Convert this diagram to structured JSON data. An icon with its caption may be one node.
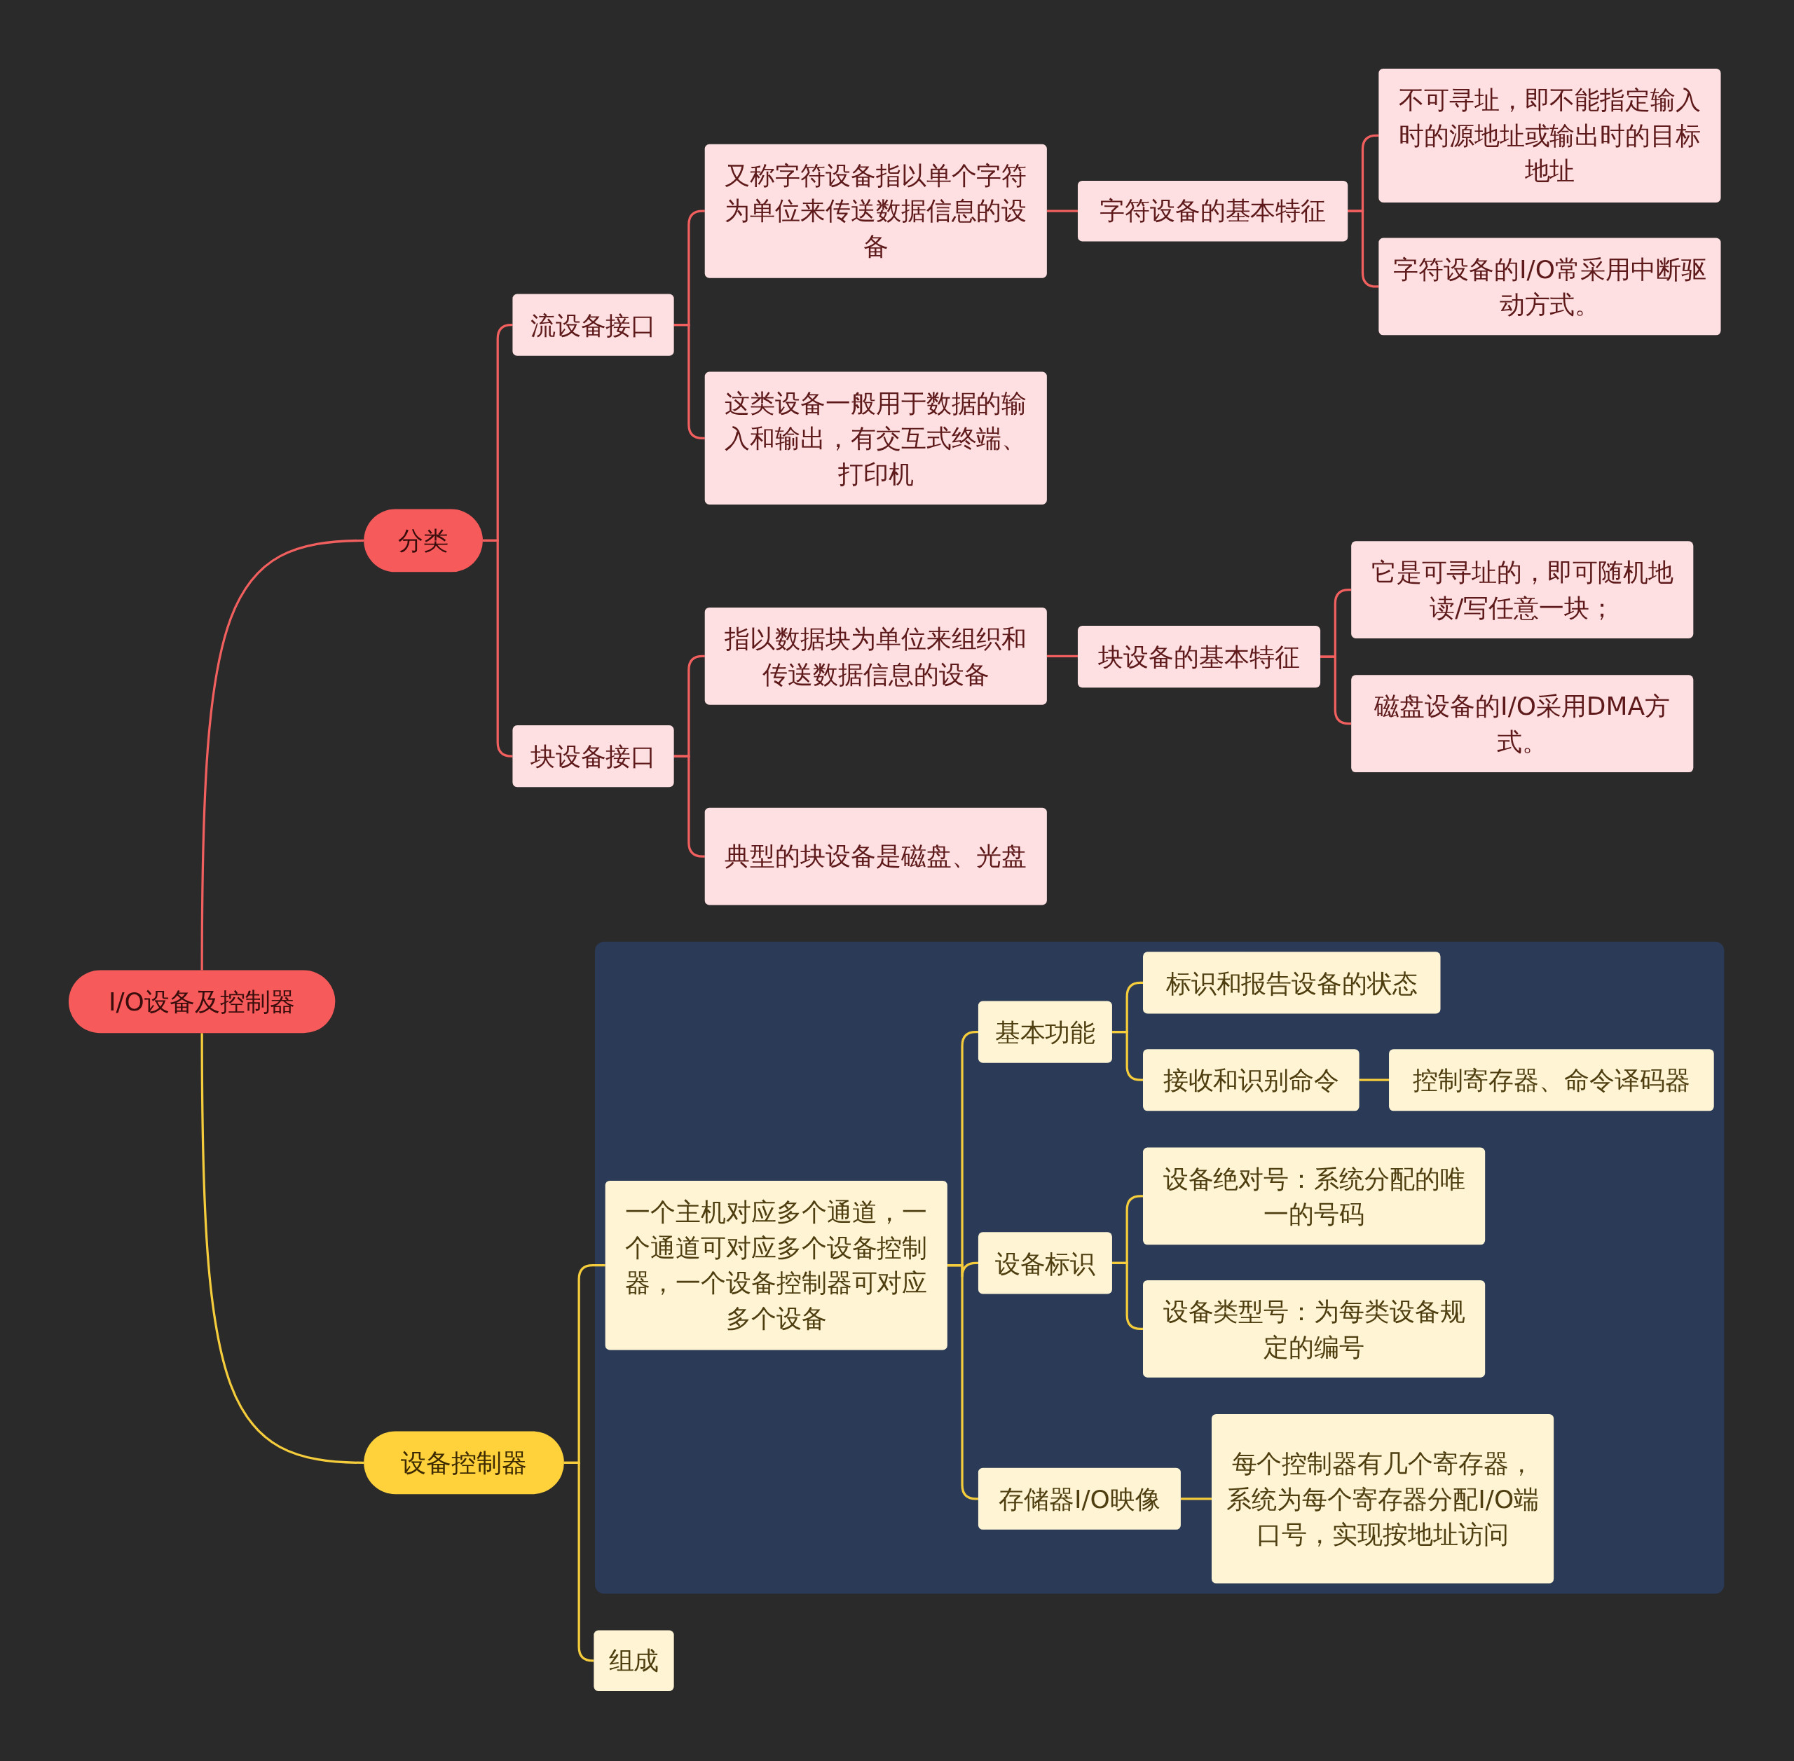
{
  "diagram": {
    "nodes": [
      {
        "text": [
          "I/O设备及控制器"
        ]
      },
      {
        "text": [
          "分类"
        ]
      },
      {
        "text": [
          "流设备接口"
        ]
      },
      {
        "text": [
          "又称字符设备指以单个字符为单位来传送数据信息的设备"
        ]
      },
      {
        "text": [
          "字符设备的基本特征"
        ]
      },
      {
        "text": [
          "不可寻址，即不能指定输入时的源地址或输出时的目标地址"
        ]
      },
      {
        "text": [
          "字符设备的I/O常采用中断驱动方式。"
        ]
      },
      {
        "text": [
          "这类设备一般用于数据的输入和输出，有交互式终端、打印机"
        ]
      },
      {
        "text": [
          "块设备接口"
        ]
      },
      {
        "text": [
          "指以数据块为单位来组织和传送数据信息的设备"
        ]
      },
      {
        "text": [
          "块设备的基本特征"
        ]
      },
      {
        "text": [
          "它是可寻址的，即可随机地读/写任意一块；"
        ]
      },
      {
        "text": [
          "磁盘设备的I/O采用DMA方式。"
        ]
      },
      {
        "text": [
          "典型的块设备是磁盘、光盘"
        ]
      },
      {
        "text": [
          "设备控制器"
        ]
      },
      {
        "text": [],
        "shape": "box"
      },
      {
        "text": [
          "一个主机对应多个通道，一个通道可对应多个设备控制器，一个设备控制器可对应多个设备"
        ],
        "in": 15
      },
      {
        "text": [
          "基本功能"
        ],
        "in": 15
      },
      {
        "text": [
          "标识和报告设备的状态"
        ],
        "in": 15
      },
      {
        "text": [
          "接收和识别命令"
        ],
        "in": 15
      },
      {
        "text": [
          "控制寄存器、命令译码器"
        ],
        "in": 15
      },
      {
        "text": [
          "设备标识"
        ],
        "in": 15
      },
      {
        "text": [
          "设备绝对号：系统分配的唯一的号码"
        ],
        "in": 15
      },
      {
        "text": [
          "设备类型号：为每类设备规定的编号"
        ],
        "in": 15
      },
      {
        "text": [
          "存储器I/O映像"
        ],
        "in": 15
      },
      {
        "text": [
          "每个控制器有几个寄存器，系统为每个寄存器分配I/O端口号，实现按地址访问"
        ],
        "in": 15
      },
      {
        "text": [
          "组成"
        ]
      }
    ],
    "edges": [
      {
        "from": 0,
        "to": 1,
        "arrow": "none"
      },
      {
        "from": 1,
        "to": 2,
        "arrow": "none"
      },
      {
        "from": 1,
        "to": 8,
        "arrow": "none"
      },
      {
        "from": 2,
        "to": 3,
        "arrow": "none"
      },
      {
        "from": 2,
        "to": 7,
        "arrow": "none"
      },
      {
        "from": 3,
        "to": 4,
        "arrow": "none"
      },
      {
        "from": 4,
        "to": 5,
        "arrow": "none"
      },
      {
        "from": 4,
        "to": 6,
        "arrow": "none"
      },
      {
        "from": 8,
        "to": 9,
        "arrow": "none"
      },
      {
        "from": 8,
        "to": 13,
        "arrow": "none"
      },
      {
        "from": 9,
        "to": 10,
        "arrow": "none"
      },
      {
        "from": 10,
        "to": 11,
        "arrow": "none"
      },
      {
        "from": 10,
        "to": 12,
        "arrow": "none"
      },
      {
        "from": 0,
        "to": 14,
        "arrow": "none",
        "color": "#f5cd3c"
      },
      {
        "from": 14,
        "to": 16,
        "arrow": "none",
        "color": "#f5cd3c"
      },
      {
        "from": 14,
        "to": 26,
        "arrow": "none",
        "color": "#f5cd3c"
      },
      {
        "from": 16,
        "to": 17,
        "arrow": "none",
        "color": "#f5cd3c"
      },
      {
        "from": 16,
        "to": 21,
        "arrow": "none",
        "color": "#f5cd3c"
      },
      {
        "from": 16,
        "to": 24,
        "arrow": "none",
        "color": "#f5cd3c"
      },
      {
        "from": 17,
        "to": 18,
        "arrow": "none",
        "color": "#f5cd3c"
      },
      {
        "from": 17,
        "to": 19,
        "arrow": "none",
        "color": "#f5cd3c"
      },
      {
        "from": 19,
        "to": 20,
        "arrow": "none",
        "color": "#f5cd3c"
      },
      {
        "from": 21,
        "to": 22,
        "arrow": "none",
        "color": "#f5cd3c"
      },
      {
        "from": 21,
        "to": 23,
        "arrow": "none",
        "color": "#f5cd3c"
      },
      {
        "from": 24,
        "to": 25,
        "arrow": "none",
        "color": "#f5cd3c"
      }
    ]
  }
}
